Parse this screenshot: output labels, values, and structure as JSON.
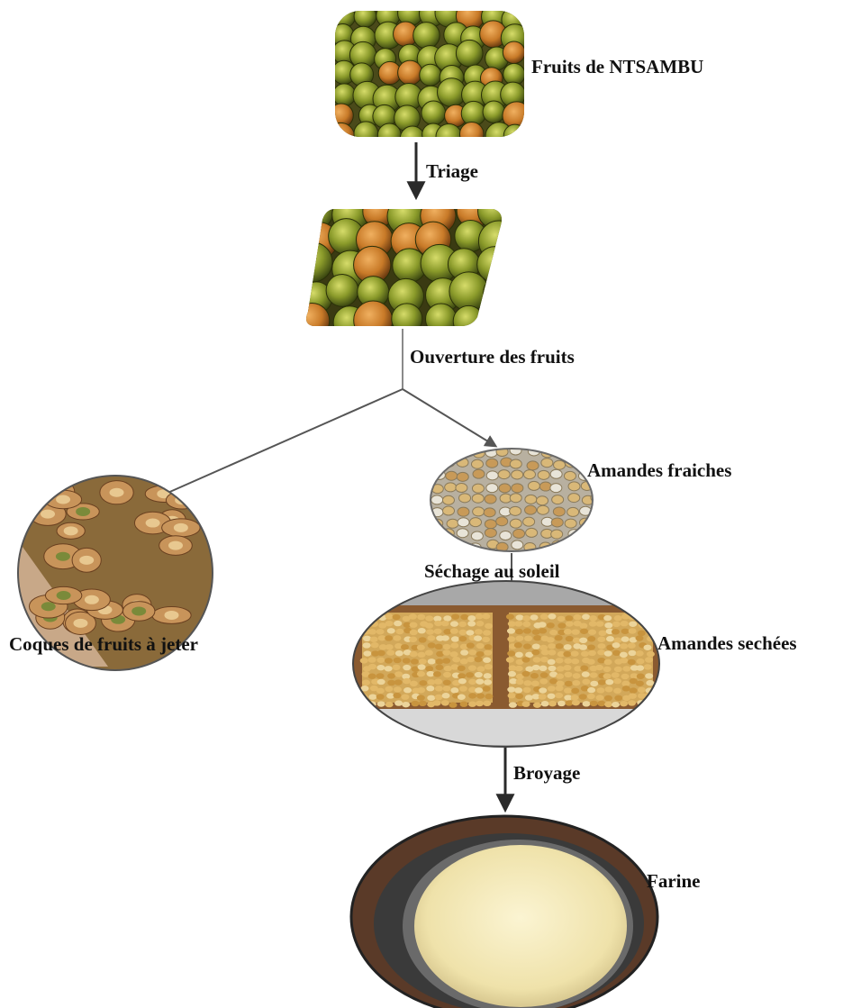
{
  "steps": {
    "fruits": "Fruits de NTSAMBU",
    "triage": "Triage",
    "ouverture": "Ouverture des fruits",
    "amandes_fraiches": "Amandes fraiches",
    "coques": "Coques de fruits à jeter",
    "sechage": "Séchage au soleil",
    "amandes_sechees": "Amandes sechées",
    "broyage": "Broyage",
    "farine": "Farine"
  },
  "colors": {
    "arrow": "#2a2a2a",
    "branch_line": "#8a8a8a",
    "fruit_green": "#8a9a2a",
    "fruit_orange": "#c87a28",
    "almond": "#d8a860",
    "wood": "#8a5a30",
    "flour": "#f2e8b8"
  }
}
